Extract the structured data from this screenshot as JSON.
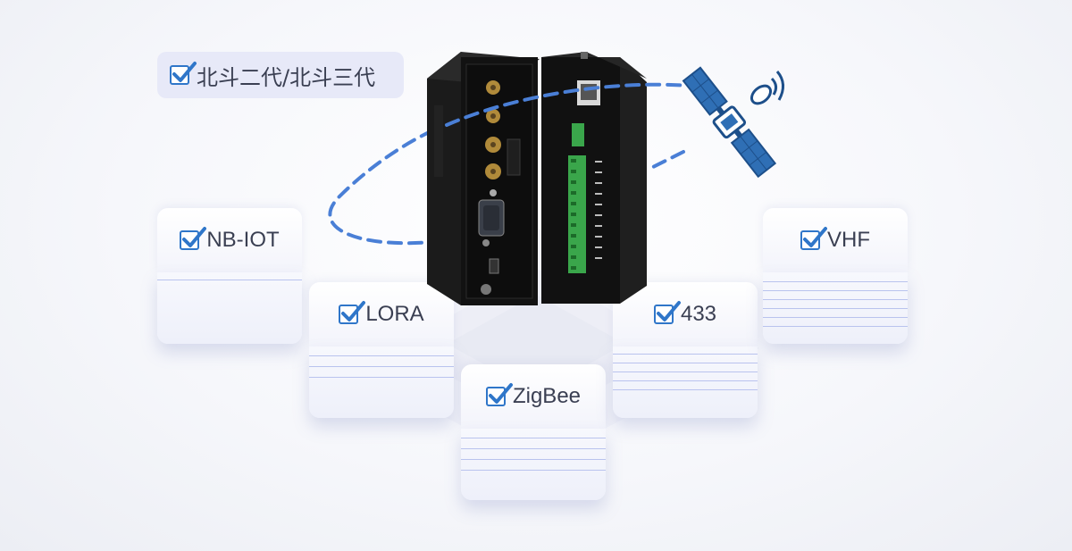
{
  "badge": {
    "label": "北斗二代/北斗三代"
  },
  "modules": [
    {
      "label": "NB-IOT"
    },
    {
      "label": "LORA"
    },
    {
      "label": "ZigBee"
    },
    {
      "label": "433"
    },
    {
      "label": "VHF"
    }
  ],
  "colors": {
    "check_blue": "#2f76c9",
    "orbit_blue": "#4a7fd6",
    "cube_line": "#b9c3ee",
    "device_black": "#161616",
    "terminal_green": "#3aa64b"
  }
}
